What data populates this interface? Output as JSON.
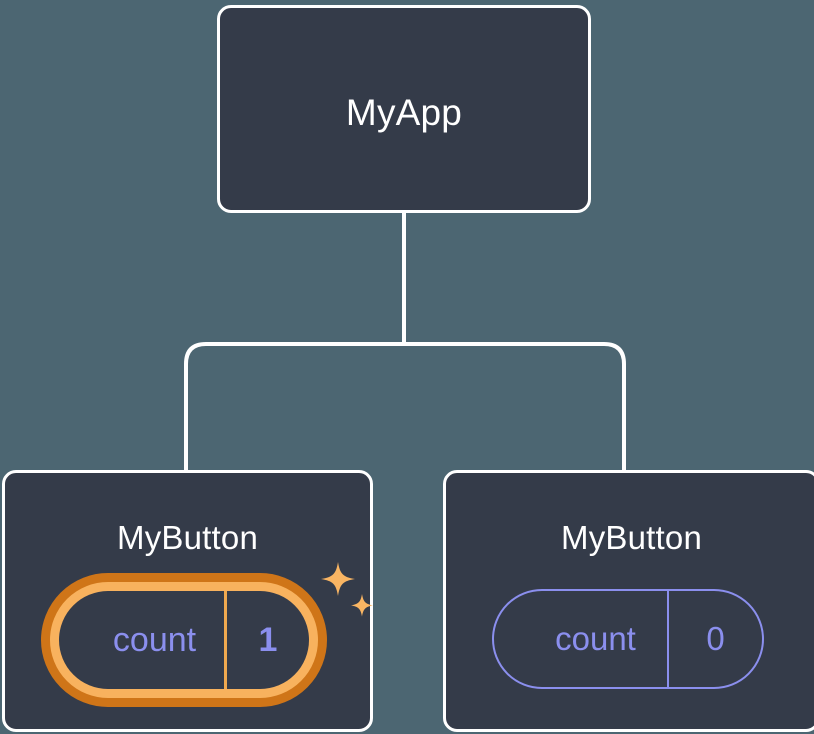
{
  "diagram": {
    "type": "component-tree",
    "title": "React component tree with local state",
    "background_color": "#4c6672",
    "node_fill_color": "#343b49",
    "node_border_color": "#ffffff",
    "connector_color": "#ffffff",
    "accent_state_color": "#8b8fee",
    "highlight_outer_color": "#cf7518",
    "highlight_inner_color": "#f8b25e",
    "sparkle_color": "#f9b563"
  },
  "nodes": {
    "root": {
      "label": "MyApp"
    },
    "children": [
      {
        "label": "MyButton",
        "state": {
          "key": "count",
          "value": "1",
          "highlighted": true
        },
        "sparkle_icon": "sparkles-icon"
      },
      {
        "label": "MyButton",
        "state": {
          "key": "count",
          "value": "0",
          "highlighted": false
        }
      }
    ]
  }
}
